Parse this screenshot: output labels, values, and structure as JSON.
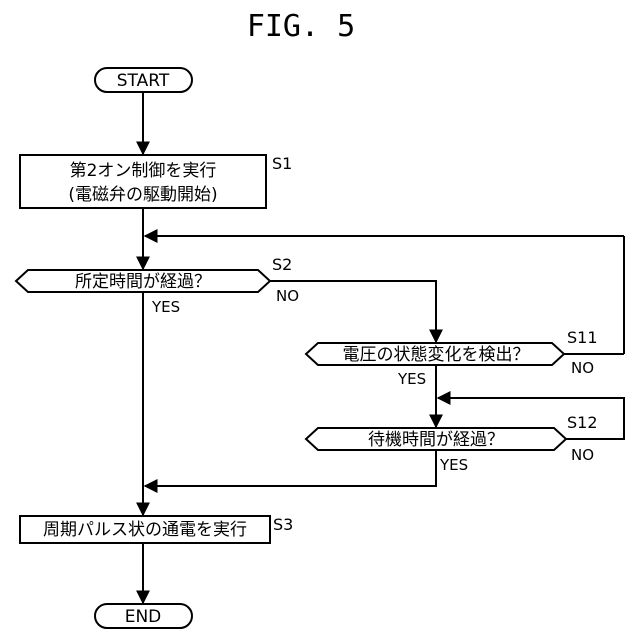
{
  "figure": {
    "title": "FIG. 5"
  },
  "nodes": {
    "start": {
      "label": "START"
    },
    "s1": {
      "line1": "第2オン制御を実行",
      "line2": "(電磁弁の駆動開始)",
      "step": "S1"
    },
    "s2": {
      "label": "所定時間が経過？",
      "step": "S2",
      "yes": "YES",
      "no": "NO"
    },
    "s11": {
      "label": "電圧の状態変化を検出？",
      "step": "S11",
      "yes": "YES",
      "no": "NO"
    },
    "s12": {
      "label": "待機時間が経過？",
      "step": "S12",
      "yes": "YES",
      "no": "NO"
    },
    "s3": {
      "label": "周期パルス状の通電を実行",
      "step": "S3"
    },
    "end": {
      "label": "END"
    }
  },
  "colors": {
    "line": "#000000",
    "background": "#ffffff"
  }
}
